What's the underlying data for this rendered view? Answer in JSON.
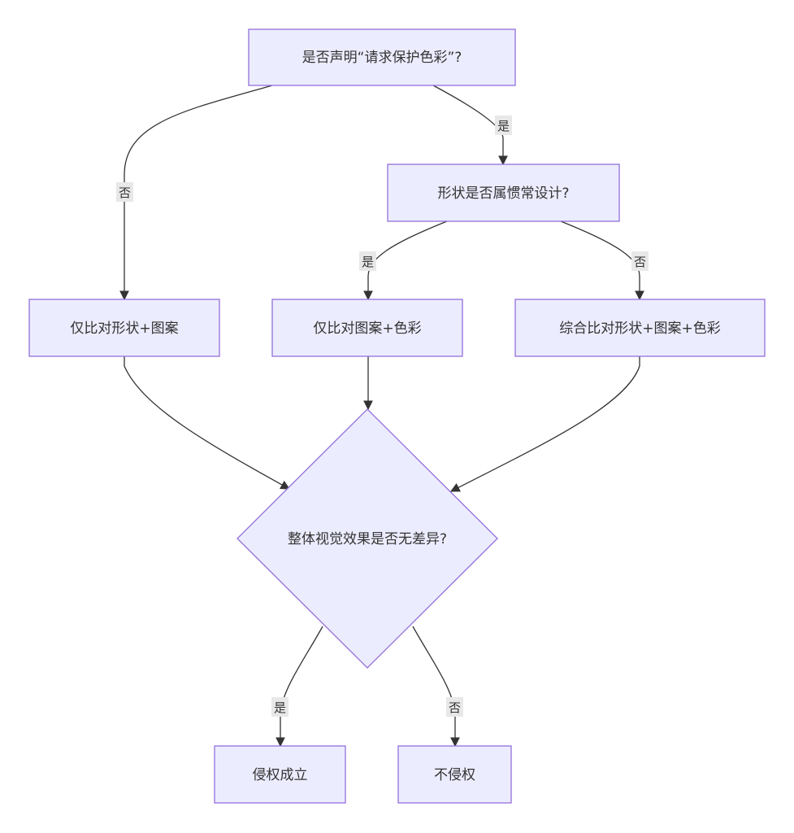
{
  "nodes": {
    "declare_color": "是否声明“请求保护色彩”?",
    "shape_common": "形状是否属惯常设计?",
    "compare_shape_pattern": "仅比对形状+图案",
    "compare_pattern_color": "仅比对图案+色彩",
    "compare_all": "综合比对形状+图案+色彩",
    "visual_same": "整体视觉效果是否无差异?",
    "infringe": "侵权成立",
    "not_infringe": "不侵权"
  },
  "edges": {
    "declare_yes": "是",
    "declare_no": "否",
    "shape_yes": "是",
    "shape_no": "否",
    "visual_yes": "是",
    "visual_no": "否"
  },
  "colors": {
    "node_fill": "#ECECFF",
    "node_border": "#9370DB",
    "edge": "#333333",
    "label_bg": "#e8e8e8"
  }
}
